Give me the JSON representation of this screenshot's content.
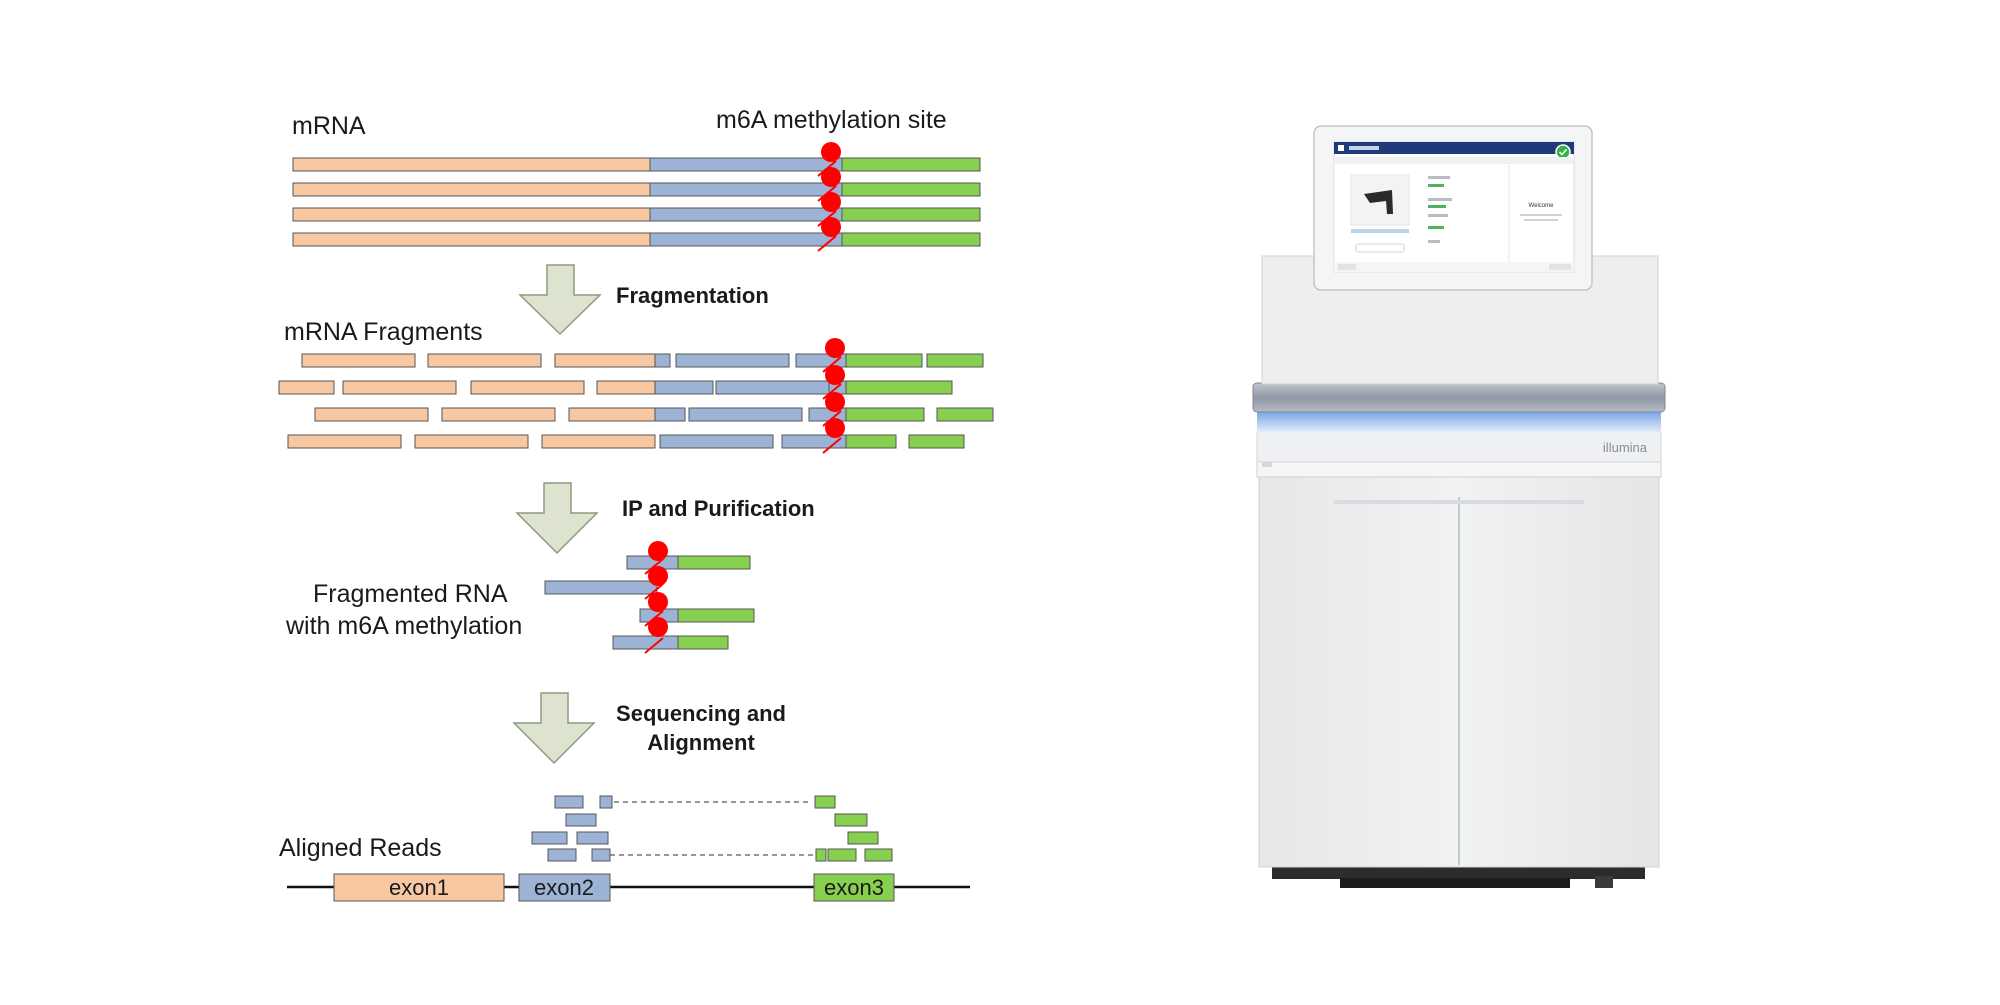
{
  "diagram": {
    "labels": {
      "mrna": "mRNA",
      "m6a_site": "m6A methylation site",
      "fragments": "mRNA Fragments",
      "fragmented_rna_line1": "Fragmented RNA",
      "fragmented_rna_line2": "with m6A methylation",
      "aligned_reads": "Aligned Reads"
    },
    "steps": {
      "fragmentation": "Fragmentation",
      "ip_purification": "IP and Purification",
      "sequencing_line1": "Sequencing and",
      "sequencing_line2": "Alignment"
    },
    "exons": {
      "exon1": "exon1",
      "exon2": "exon2",
      "exon3": "exon3"
    },
    "colors": {
      "exon1": "#f8c8a3",
      "exon2": "#9db3d6",
      "exon3": "#87cf4e",
      "methyl": "#ff0000",
      "arrow_fill": "#dde3cf",
      "arrow_stroke": "#8e9a80"
    }
  },
  "instrument": {
    "brand": "illumina",
    "screen_welcome": "Welcome",
    "status_icon": "check-icon"
  }
}
